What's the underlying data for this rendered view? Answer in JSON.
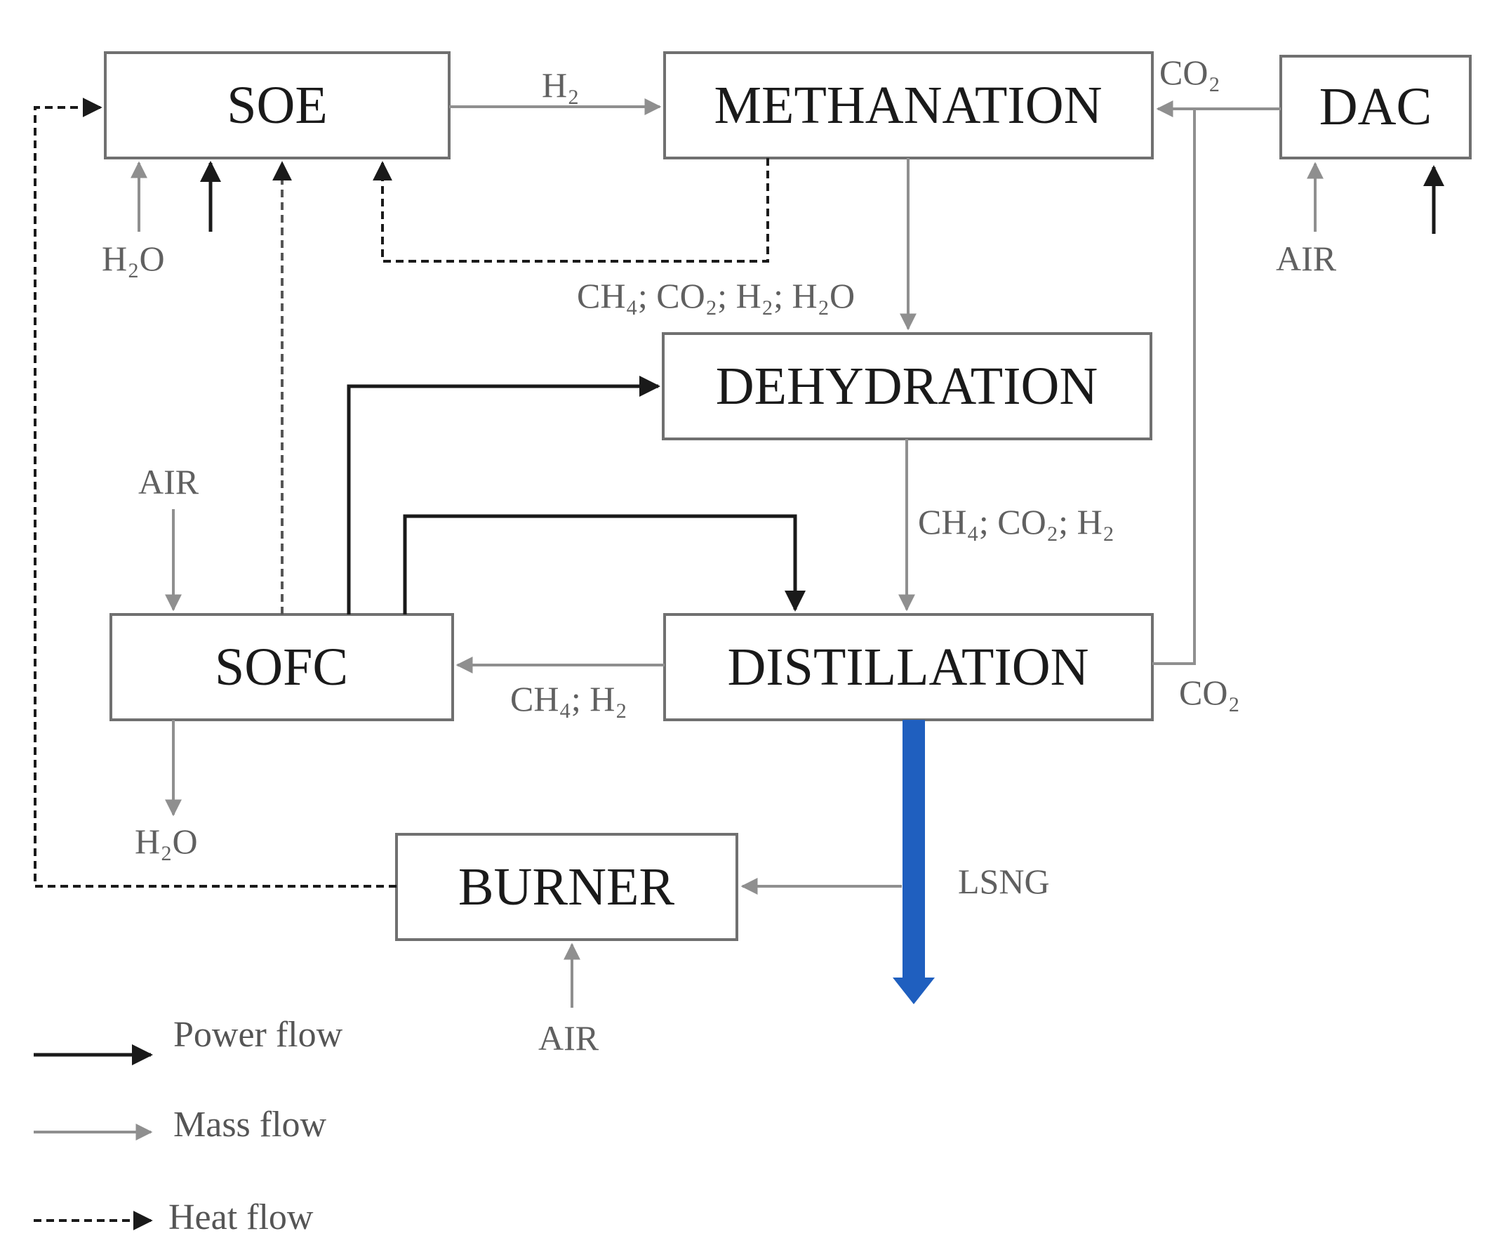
{
  "blocks": {
    "soe": "SOE",
    "methanation": "METHANATION",
    "dac": "DAC",
    "dehydration": "DEHYDRATION",
    "sofc": "SOFC",
    "distillation": "DISTILLATION",
    "burner": "BURNER"
  },
  "flows": {
    "h2_soe_to_methanation": "H₂",
    "co2_dac": "CO₂",
    "h2o_soe_in": "H₂O",
    "air_dac_in": "AIR",
    "methanation_out": "CH₄; CO₂; H₂; H₂O",
    "air_sofc_in": "AIR",
    "dehydration_out": "CH₄; CO₂; H₂",
    "ch4_h2_to_sofc": "CH₄; H₂",
    "co2_distillation": "CO₂",
    "h2o_sofc_out": "H₂O",
    "lsng": "LSNG",
    "air_burner_in": "AIR"
  },
  "legend": {
    "power": "Power flow",
    "mass": "Mass flow",
    "heat": "Heat flow"
  },
  "colors": {
    "power": "#1a1a1a",
    "mass": "#8f8f8f",
    "heat": "#1a1a1a",
    "lsng": "#1f5fbf"
  }
}
